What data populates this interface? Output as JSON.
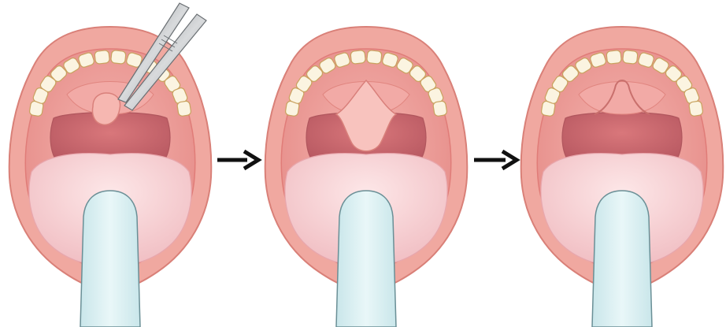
{
  "diagram": {
    "panels": [
      {
        "step": 1,
        "uvula": "grasped-by-forceps",
        "instrument": "forceps"
      },
      {
        "step": 2,
        "uvula": "partially-trimmed",
        "instrument": null
      },
      {
        "step": 3,
        "uvula": "removed",
        "instrument": null
      }
    ],
    "arrows": [
      {
        "from_step": 1,
        "to_step": 2,
        "icon": "right-arrow-icon"
      },
      {
        "from_step": 2,
        "to_step": 3,
        "icon": "right-arrow-icon"
      }
    ],
    "colors": {
      "lips": "#f0a8a0",
      "lip_outline": "#d98078",
      "mouth_cavity": "#ed9a96",
      "throat": "#c76468",
      "teeth": "#fbf4e1",
      "teeth_outline": "#c9a25f",
      "tongue": "#f5cdd0",
      "tongue_depressor": "#d6eef0",
      "depressor_outline": "#6a8f96",
      "forceps": "#a8acaf",
      "arrow": "#111111"
    }
  }
}
